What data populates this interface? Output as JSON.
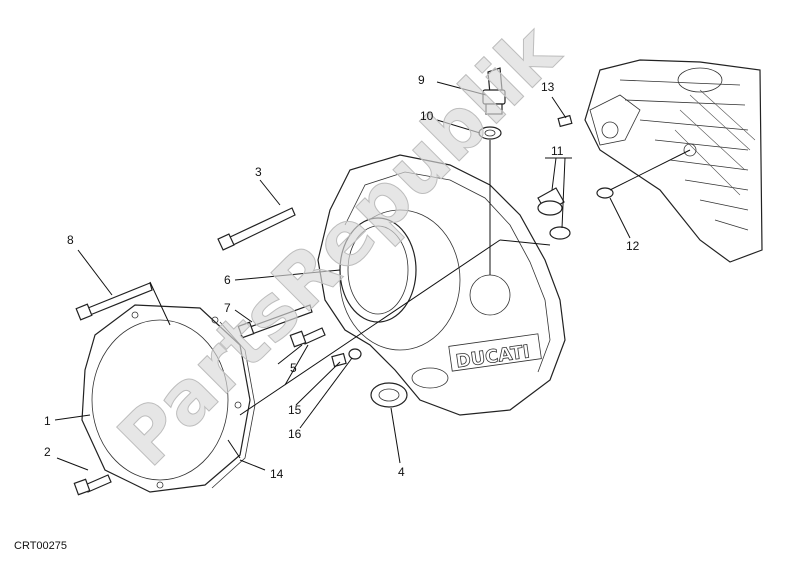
{
  "diagram": {
    "code": "CRT00275",
    "watermark": "PartsRepublik",
    "labels": [
      {
        "id": "1",
        "text": "1"
      },
      {
        "id": "2",
        "text": "2"
      },
      {
        "id": "3",
        "text": "3"
      },
      {
        "id": "4",
        "text": "4"
      },
      {
        "id": "5",
        "text": "5"
      },
      {
        "id": "6",
        "text": "6"
      },
      {
        "id": "7",
        "text": "7"
      },
      {
        "id": "8",
        "text": "8"
      },
      {
        "id": "9",
        "text": "9"
      },
      {
        "id": "10",
        "text": "10"
      },
      {
        "id": "11",
        "text": "11"
      },
      {
        "id": "12",
        "text": "12"
      },
      {
        "id": "13",
        "text": "13"
      },
      {
        "id": "14",
        "text": "14"
      },
      {
        "id": "15",
        "text": "15"
      },
      {
        "id": "16",
        "text": "16"
      }
    ],
    "brand_cast": "DUCATI"
  }
}
